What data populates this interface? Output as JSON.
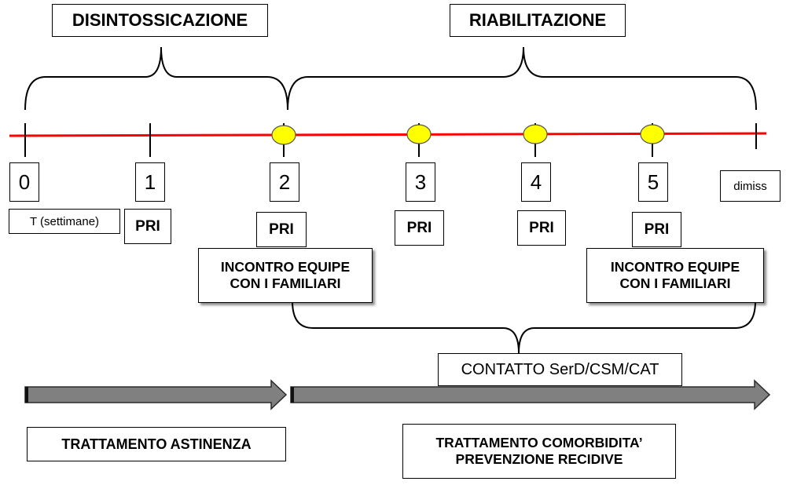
{
  "phases": {
    "detox": "DISINTOSSICAZIONE",
    "rehab": "RIABILITAZIONE"
  },
  "timeline": {
    "unit_label": "T (settimane)",
    "ticks": [
      "0",
      "1",
      "2",
      "3",
      "4",
      "5",
      "dimiss"
    ],
    "line_color": "#ff0000",
    "marker_color": "#ffff00"
  },
  "pri_label": "PRI",
  "meetings": {
    "left": "INCONTRO EQUIPE\nCON I FAMILIARI",
    "right": "INCONTRO EQUIPE\nCON I FAMILIARI"
  },
  "contact": "CONTATTO SerD/CSM/CAT",
  "treatments": {
    "withdrawal": "TRATTAMENTO ASTINENZA",
    "comorbidity": "TRATTAMENTO COMORBIDITA’\nPREVENZIONE RECIDIVE"
  },
  "arrow_color": "#808080"
}
